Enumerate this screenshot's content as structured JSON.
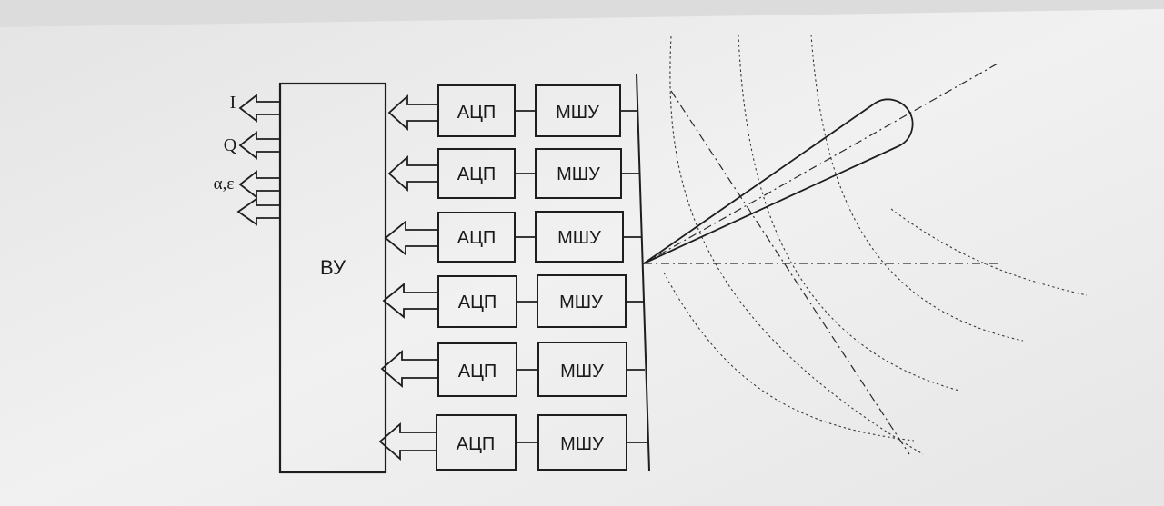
{
  "processor": {
    "label": "ВУ"
  },
  "outputs": [
    {
      "label": "I"
    },
    {
      "label": "Q"
    },
    {
      "label": "α,ε"
    }
  ],
  "channels": [
    {
      "adc": "АЦП",
      "lna": "МШУ"
    },
    {
      "adc": "АЦП",
      "lna": "МШУ"
    },
    {
      "adc": "АЦП",
      "lna": "МШУ"
    },
    {
      "adc": "АЦП",
      "lna": "МШУ"
    },
    {
      "adc": "АЦП",
      "lna": "МШУ"
    },
    {
      "adc": "АЦП",
      "lna": "МШУ"
    }
  ]
}
